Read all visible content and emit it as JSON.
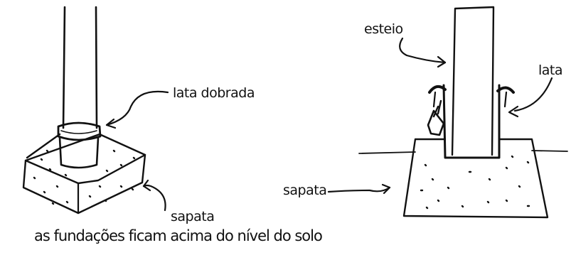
{
  "figure": {
    "left": {
      "label_lata_dobrada": "lata dobrada",
      "label_sapata": "sapata"
    },
    "right": {
      "label_esteio": "esteio",
      "label_lata": "lata",
      "label_sapata": "sapata"
    },
    "caption": "as fundações ficam acima do nível do solo"
  },
  "colors": {
    "ink": "#111111",
    "background": "#ffffff"
  }
}
